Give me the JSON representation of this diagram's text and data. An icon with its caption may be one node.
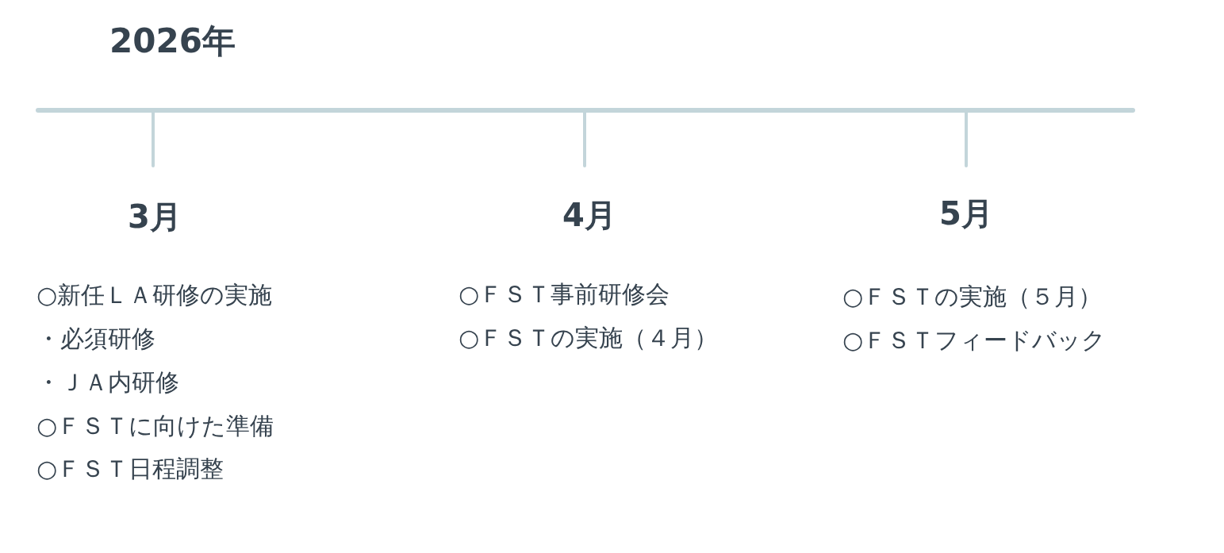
{
  "diagram": {
    "title": "2026年",
    "labels": [
      "3月",
      "○新任ＬＡ研修の実施",
      "・必須研修",
      "・ＪＡ内研修",
      "○ＦＳＴに向けた準備",
      "○ＦＳＴ日程調整",
      "4月",
      "○ＦＳＴ事前研修会",
      "○ＦＳＴの実施（４月）",
      "5月",
      "○ＦＳＴの実施（５月）",
      "○ＦＳＴフィードバック"
    ]
  }
}
